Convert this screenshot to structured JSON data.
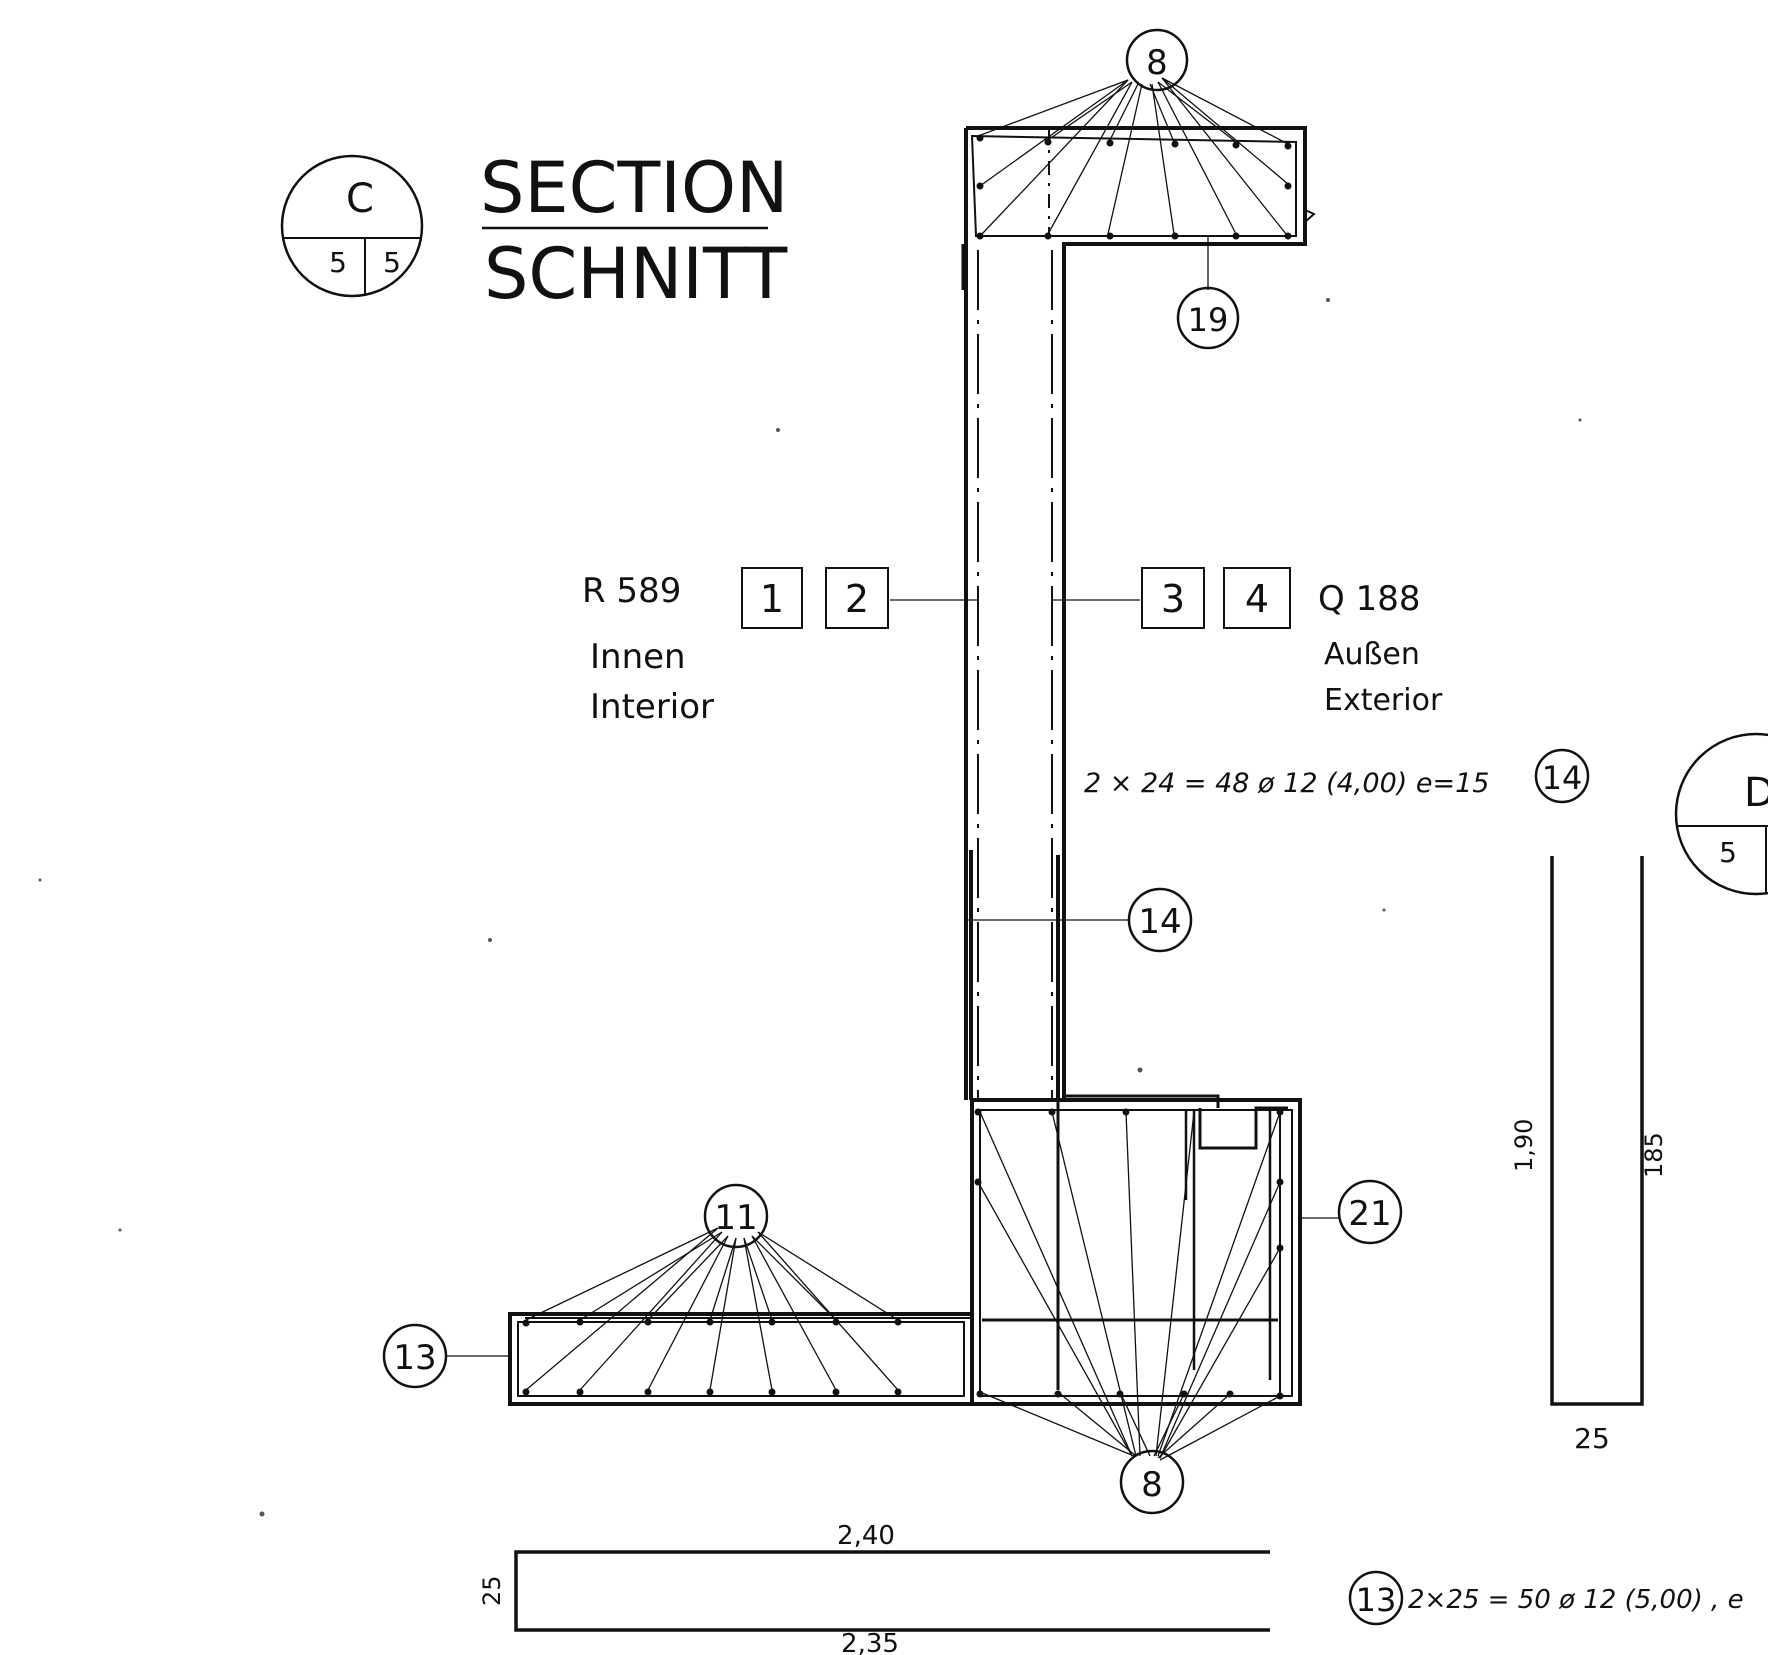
{
  "section_marker": {
    "letter": "C",
    "ref_left": "5",
    "ref_right": "5"
  },
  "title": {
    "en": "SECTION",
    "de": "SCHNITT"
  },
  "bubbles": {
    "top_8": "8",
    "top_19": "19",
    "wall_14": "14",
    "footing_11": "11",
    "footing_13": "13",
    "heel_21": "21",
    "bottom_8": "8",
    "note_14": "14",
    "note_13": "13"
  },
  "mesh_interior": {
    "spec": "R 589",
    "box1": "1",
    "box2": "2",
    "label_de": "Innen",
    "label_en": "Interior"
  },
  "mesh_exterior": {
    "box3": "3",
    "box4": "4",
    "spec": "Q 188",
    "label_de": "Außen",
    "label_en": "Exterior"
  },
  "bar_notes": {
    "bar_14": "2 × 24 = 48 ø 12 (4,00) e=15",
    "bar_13": "2×25 = 50 ø 12 (5,00) , e"
  },
  "dimensions": {
    "bar14_height_outer": "1,90",
    "bar14_height_inner": "185",
    "bar14_width": "25",
    "bar13_top": "2,40",
    "bar13_bottom": "2,35",
    "bar13_height": "25"
  },
  "section_marker_d": {
    "letter": "D",
    "ref_left": "5"
  }
}
